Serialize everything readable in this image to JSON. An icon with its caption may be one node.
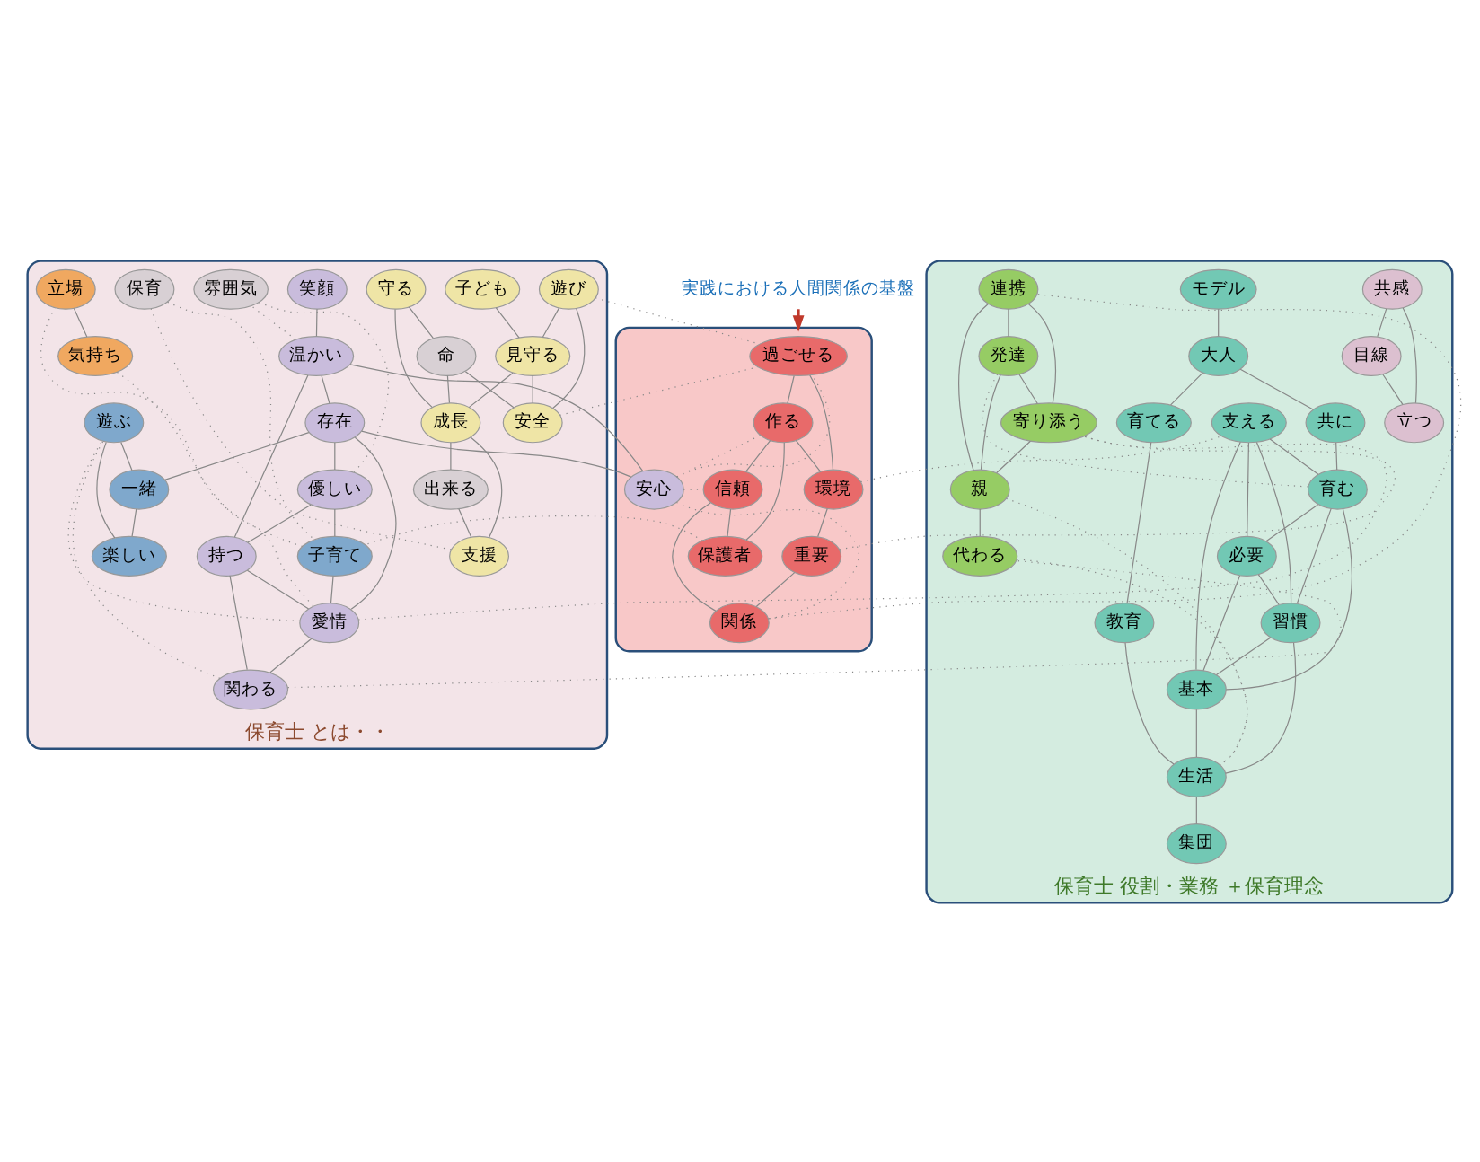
{
  "diagram": {
    "nodes": [
      {
        "text": [
          "保育士 とは・・"
        ]
      },
      {
        "text": [
          "遊び"
        ],
        "in": 0
      },
      {
        "text": [
          "守る"
        ],
        "in": 0
      },
      {
        "text": [
          "命"
        ],
        "in": 0
      },
      {
        "text": [
          "安全"
        ],
        "in": 0
      },
      {
        "text": [
          "子ども"
        ],
        "in": 0
      },
      {
        "text": [
          "見守る"
        ],
        "in": 0
      },
      {
        "text": [
          "成長"
        ],
        "in": 0
      },
      {
        "text": [
          "笑顔"
        ],
        "in": 0
      },
      {
        "text": [
          "出来る"
        ],
        "in": 0
      },
      {
        "text": [
          "支援"
        ],
        "in": 0
      },
      {
        "text": [
          "温かい"
        ],
        "in": 0
      },
      {
        "text": [
          "存在"
        ],
        "in": 0
      },
      {
        "text": [
          "雰囲気"
        ],
        "in": 0
      },
      {
        "text": [
          "優しい"
        ],
        "in": 0
      },
      {
        "text": [
          "保育"
        ],
        "in": 0
      },
      {
        "text": [
          "子育て"
        ],
        "in": 0
      },
      {
        "text": [
          "愛情"
        ],
        "in": 0
      },
      {
        "text": [
          "持つ"
        ],
        "in": 0
      },
      {
        "text": [
          "関わる"
        ],
        "in": 0
      },
      {
        "text": [
          "立場"
        ],
        "in": 0
      },
      {
        "text": [
          "気持ち"
        ],
        "in": 0
      },
      {
        "text": [
          "遊ぶ"
        ],
        "in": 0
      },
      {
        "text": [
          "一緒"
        ],
        "in": 0
      },
      {
        "text": [
          "楽しい"
        ],
        "in": 0
      },
      {
        "text": [],
        "shape": "blob"
      },
      {
        "text": [
          "過ごせる"
        ],
        "in": 25
      },
      {
        "text": [
          "環境"
        ],
        "in": 25
      },
      {
        "text": [
          "作る"
        ],
        "in": 25
      },
      {
        "text": [
          "重要"
        ],
        "in": 25
      },
      {
        "text": [
          "信頼"
        ],
        "in": 25
      },
      {
        "text": [
          "関係"
        ],
        "in": 25
      },
      {
        "text": [
          "安心"
        ],
        "in": 25
      },
      {
        "text": [
          "保護者"
        ],
        "in": 25
      },
      {
        "text": [
          "保育士 役割・業務 ＋保育理念"
        ]
      },
      {
        "text": [
          "共感"
        ],
        "in": 34
      },
      {
        "text": [
          "目線"
        ],
        "in": 34
      },
      {
        "text": [
          "立つ"
        ],
        "in": 34
      },
      {
        "text": [
          "モデル"
        ],
        "in": 34
      },
      {
        "text": [
          "大人"
        ],
        "in": 34
      },
      {
        "text": [
          "育てる"
        ],
        "in": 34
      },
      {
        "text": [
          "共に"
        ],
        "in": 34
      },
      {
        "text": [
          "支える"
        ],
        "in": 34
      },
      {
        "text": [
          "必要"
        ],
        "in": 34
      },
      {
        "text": [
          "育む"
        ],
        "in": 34
      },
      {
        "text": [
          "習慣"
        ],
        "in": 34
      },
      {
        "text": [
          "基本"
        ],
        "in": 34
      },
      {
        "text": [
          "教育"
        ],
        "in": 34
      },
      {
        "text": [
          "連携"
        ],
        "in": 34
      },
      {
        "text": [
          "発達"
        ],
        "in": 34
      },
      {
        "text": [
          "生活"
        ],
        "in": 34
      },
      {
        "text": [
          "寄り添う"
        ],
        "in": 34
      },
      {
        "text": [
          "親"
        ],
        "in": 34
      },
      {
        "text": [
          "集団"
        ],
        "in": 34
      },
      {
        "text": [
          "代わる"
        ],
        "in": 34
      },
      {
        "text": [
          "実践における人間関係の基盤"
        ]
      }
    ],
    "edges": [
      {
        "from": 55,
        "to": 25,
        "arrow": "to",
        "color": "#c0392b"
      },
      {
        "from": 2,
        "to": 3,
        "arrow": "none"
      },
      {
        "from": 3,
        "to": 4,
        "arrow": "none"
      },
      {
        "from": 1,
        "to": 4,
        "arrow": "none"
      },
      {
        "from": 1,
        "to": 6,
        "arrow": "none"
      },
      {
        "from": 5,
        "to": 6,
        "arrow": "none"
      },
      {
        "from": 6,
        "to": 4,
        "arrow": "none"
      },
      {
        "from": 2,
        "to": 7,
        "arrow": "none"
      },
      {
        "from": 3,
        "to": 7,
        "arrow": "none"
      },
      {
        "from": 6,
        "to": 7,
        "arrow": "none"
      },
      {
        "from": 7,
        "to": 9,
        "arrow": "none"
      },
      {
        "from": 7,
        "to": 10,
        "arrow": "none"
      },
      {
        "from": 9,
        "to": 10,
        "arrow": "none"
      },
      {
        "from": 8,
        "to": 11,
        "arrow": "none"
      },
      {
        "from": 11,
        "to": 12,
        "arrow": "none"
      },
      {
        "from": 11,
        "to": 32,
        "arrow": "none"
      },
      {
        "from": 11,
        "to": 18,
        "arrow": "none"
      },
      {
        "from": 12,
        "to": 14,
        "arrow": "none"
      },
      {
        "from": 12,
        "to": 32,
        "arrow": "none"
      },
      {
        "from": 12,
        "to": 23,
        "arrow": "none"
      },
      {
        "from": 12,
        "to": 17,
        "arrow": "none"
      },
      {
        "from": 14,
        "to": 16,
        "arrow": "none"
      },
      {
        "from": 14,
        "to": 18,
        "arrow": "none"
      },
      {
        "from": 16,
        "to": 17,
        "arrow": "none"
      },
      {
        "from": 18,
        "to": 17,
        "arrow": "none"
      },
      {
        "from": 18,
        "to": 19,
        "arrow": "none"
      },
      {
        "from": 17,
        "to": 19,
        "arrow": "none"
      },
      {
        "from": 22,
        "to": 23,
        "arrow": "none"
      },
      {
        "from": 23,
        "to": 24,
        "arrow": "none"
      },
      {
        "from": 22,
        "to": 24,
        "arrow": "none"
      },
      {
        "from": 20,
        "to": 21,
        "arrow": "none"
      },
      {
        "from": 1,
        "to": 26,
        "arrow": "none",
        "style": "dashed"
      },
      {
        "from": 4,
        "to": 26,
        "arrow": "none",
        "style": "dashed"
      },
      {
        "from": 10,
        "to": 15,
        "arrow": "none",
        "style": "dashed"
      },
      {
        "from": 11,
        "to": 13,
        "arrow": "none",
        "style": "dashed"
      },
      {
        "from": 13,
        "to": 14,
        "arrow": "none",
        "style": "dashed"
      },
      {
        "from": 15,
        "to": 16,
        "arrow": "none",
        "style": "dashed"
      },
      {
        "from": 16,
        "to": 20,
        "arrow": "none",
        "style": "dashed"
      },
      {
        "from": 21,
        "to": 17,
        "arrow": "none",
        "style": "dashed"
      },
      {
        "from": 17,
        "to": 22,
        "arrow": "none",
        "style": "dashed"
      },
      {
        "from": 19,
        "to": 22,
        "arrow": "none",
        "style": "dashed"
      },
      {
        "from": 26,
        "to": 27,
        "arrow": "none"
      },
      {
        "from": 26,
        "to": 28,
        "arrow": "none"
      },
      {
        "from": 28,
        "to": 27,
        "arrow": "none"
      },
      {
        "from": 27,
        "to": 29,
        "arrow": "none"
      },
      {
        "from": 29,
        "to": 31,
        "arrow": "none"
      },
      {
        "from": 30,
        "to": 31,
        "arrow": "none"
      },
      {
        "from": 28,
        "to": 30,
        "arrow": "none"
      },
      {
        "from": 28,
        "to": 33,
        "arrow": "none"
      },
      {
        "from": 30,
        "to": 33,
        "arrow": "none"
      },
      {
        "from": 32,
        "to": 26,
        "arrow": "none",
        "style": "dashed"
      },
      {
        "from": 32,
        "to": 28,
        "arrow": "none",
        "style": "dashed"
      },
      {
        "from": 32,
        "to": 30,
        "arrow": "none",
        "style": "dashed"
      },
      {
        "from": 32,
        "to": 31,
        "arrow": "none",
        "style": "dashed"
      },
      {
        "from": 33,
        "to": 16,
        "arrow": "none",
        "style": "dashed"
      },
      {
        "from": 27,
        "to": 42,
        "arrow": "none",
        "style": "dashed"
      },
      {
        "from": 31,
        "to": 48,
        "arrow": "none",
        "style": "dashed"
      },
      {
        "from": 29,
        "to": 51,
        "arrow": "none",
        "style": "dashed"
      },
      {
        "from": 35,
        "to": 36,
        "arrow": "none"
      },
      {
        "from": 35,
        "to": 37,
        "arrow": "none"
      },
      {
        "from": 36,
        "to": 37,
        "arrow": "none"
      },
      {
        "from": 38,
        "to": 39,
        "arrow": "none"
      },
      {
        "from": 39,
        "to": 41,
        "arrow": "none"
      },
      {
        "from": 39,
        "to": 40,
        "arrow": "none"
      },
      {
        "from": 41,
        "to": 44,
        "arrow": "none"
      },
      {
        "from": 42,
        "to": 43,
        "arrow": "none"
      },
      {
        "from": 42,
        "to": 44,
        "arrow": "none"
      },
      {
        "from": 42,
        "to": 45,
        "arrow": "none"
      },
      {
        "from": 42,
        "to": 46,
        "arrow": "none"
      },
      {
        "from": 44,
        "to": 43,
        "arrow": "none"
      },
      {
        "from": 44,
        "to": 45,
        "arrow": "none"
      },
      {
        "from": 44,
        "to": 46,
        "arrow": "none"
      },
      {
        "from": 43,
        "to": 46,
        "arrow": "none"
      },
      {
        "from": 43,
        "to": 45,
        "arrow": "none"
      },
      {
        "from": 45,
        "to": 46,
        "arrow": "none"
      },
      {
        "from": 40,
        "to": 47,
        "arrow": "none"
      },
      {
        "from": 46,
        "to": 50,
        "arrow": "none"
      },
      {
        "from": 47,
        "to": 50,
        "arrow": "none"
      },
      {
        "from": 45,
        "to": 50,
        "arrow": "none"
      },
      {
        "from": 50,
        "to": 53,
        "arrow": "none"
      },
      {
        "from": 48,
        "to": 49,
        "arrow": "none"
      },
      {
        "from": 48,
        "to": 51,
        "arrow": "none"
      },
      {
        "from": 48,
        "to": 52,
        "arrow": "none"
      },
      {
        "from": 49,
        "to": 51,
        "arrow": "none"
      },
      {
        "from": 49,
        "to": 52,
        "arrow": "none"
      },
      {
        "from": 51,
        "to": 52,
        "arrow": "none"
      },
      {
        "from": 52,
        "to": 54,
        "arrow": "none"
      },
      {
        "from": 44,
        "to": 49,
        "arrow": "none",
        "style": "dashed"
      },
      {
        "from": 52,
        "to": 50,
        "arrow": "none",
        "style": "dashed"
      },
      {
        "from": 54,
        "to": 50,
        "arrow": "none",
        "style": "dashed"
      },
      {
        "from": 19,
        "to": 54,
        "arrow": "none",
        "style": "dashed"
      },
      {
        "from": 17,
        "to": 51,
        "arrow": "none",
        "style": "dashed"
      }
    ]
  }
}
